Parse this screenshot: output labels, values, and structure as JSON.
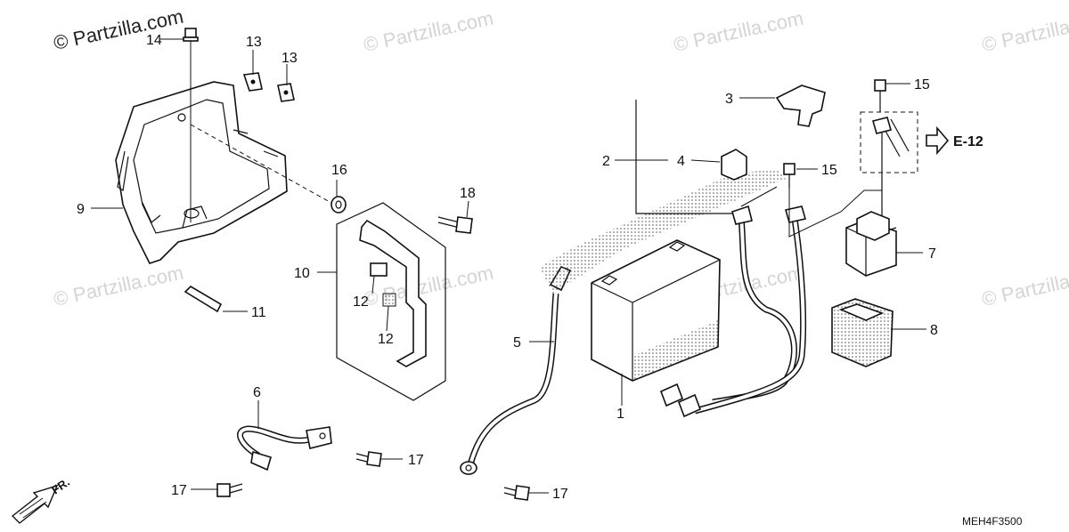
{
  "watermarks": {
    "top_left": "© Partzilla.com",
    "top_center": "© Partzilla.com",
    "top_right": "© Partzilla.com",
    "top_far_right": "© Partzilla.com",
    "mid_left": "© Partzilla.com",
    "mid_center": "© Partzilla.com",
    "mid_right": "© Partzilla.com",
    "mid_far_right": "© Partzilla.com"
  },
  "callouts": {
    "battery": "1",
    "cable_assembly": "2",
    "terminal_cover_top": "3",
    "terminal_cover_small": "4",
    "negative_cable": "5",
    "ground_cable": "6",
    "starter_relay": "7",
    "relay_rubber_cover": "8",
    "battery_box": "9",
    "bracket_group": "10",
    "band": "11",
    "cushion_upper": "12",
    "cushion_lower": "12",
    "clip_left": "13",
    "clip_right": "13",
    "bolt_top": "14",
    "bolt_relay": "15",
    "bolt_battery": "15",
    "collar": "16",
    "bolt_ground_right": "17",
    "bolt_ground_left": "17",
    "bolt_negative": "17",
    "bolt_bracket": "18"
  },
  "reference": {
    "arrow_text": "E-12"
  },
  "direction": {
    "front_label": "FR."
  },
  "diagram_code": "MEH4F3500"
}
